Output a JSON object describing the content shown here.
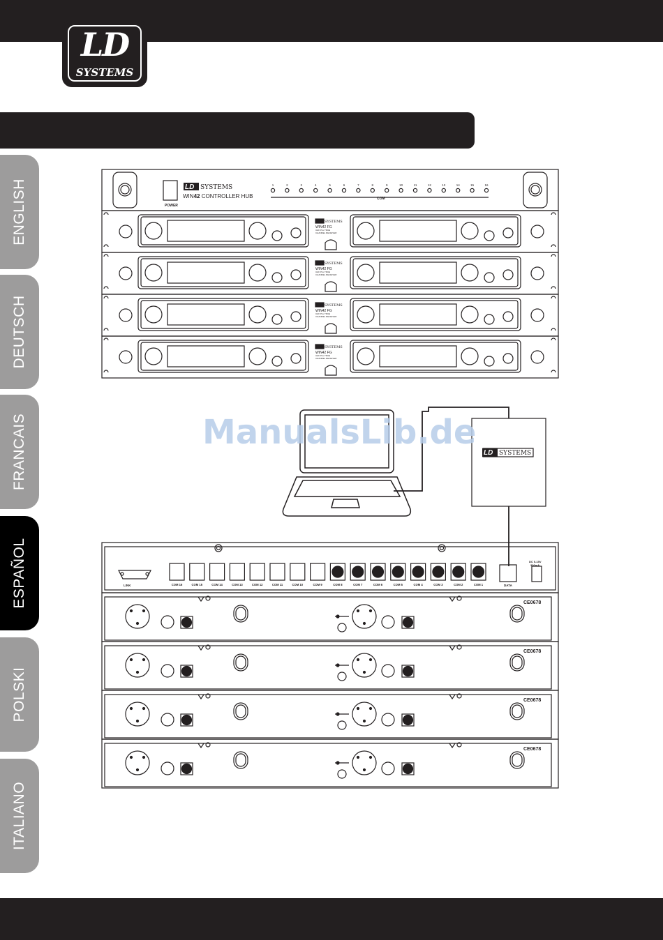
{
  "logo": {
    "ld": "LD",
    "systems": "SYSTEMS"
  },
  "language_tabs": [
    {
      "label": "ENGLISH",
      "active": false
    },
    {
      "label": "DEUTSCH",
      "active": false
    },
    {
      "label": "FRANCAIS",
      "active": false
    },
    {
      "label": "ESPAÑOL",
      "active": true
    },
    {
      "label": "POLSKI",
      "active": false
    },
    {
      "label": "ITALIANO",
      "active": false
    }
  ],
  "hub_front": {
    "brand": "SYSTEMS",
    "model_prefix": "WIN",
    "model_number": "42",
    "model_suffix": " CONTROLLER HUB",
    "power_label": "POWER",
    "com_label": "COM",
    "leds": [
      "1",
      "2",
      "3",
      "4",
      "5",
      "6",
      "7",
      "8",
      "9",
      "10",
      "11",
      "12",
      "13",
      "14",
      "15",
      "16"
    ]
  },
  "receiver_front": {
    "brand": "SYSTEMS",
    "model": "WIN42 FG",
    "desc1": "UHF PLL TRUE",
    "desc2": "CHANNEL RECEIVER"
  },
  "laptop_box": {
    "brand": "SYSTEMS"
  },
  "watermark": "ManualsLib.de",
  "hub_rear": {
    "link_label": "LINK",
    "ports": [
      "COM 16",
      "COM 15",
      "COM 14",
      "COM 13",
      "COM 12",
      "COM 11",
      "COM 10",
      "COM 9",
      "COM 8",
      "COM 7",
      "COM 6",
      "COM 5",
      "COM 4",
      "COM 3",
      "COM 2",
      "COM 1"
    ],
    "data_label": "DATA",
    "dc_label1": "DC 5-15V",
    "dc_label2": "300mA"
  },
  "receiver_rear": {
    "ce": "CE0678"
  }
}
